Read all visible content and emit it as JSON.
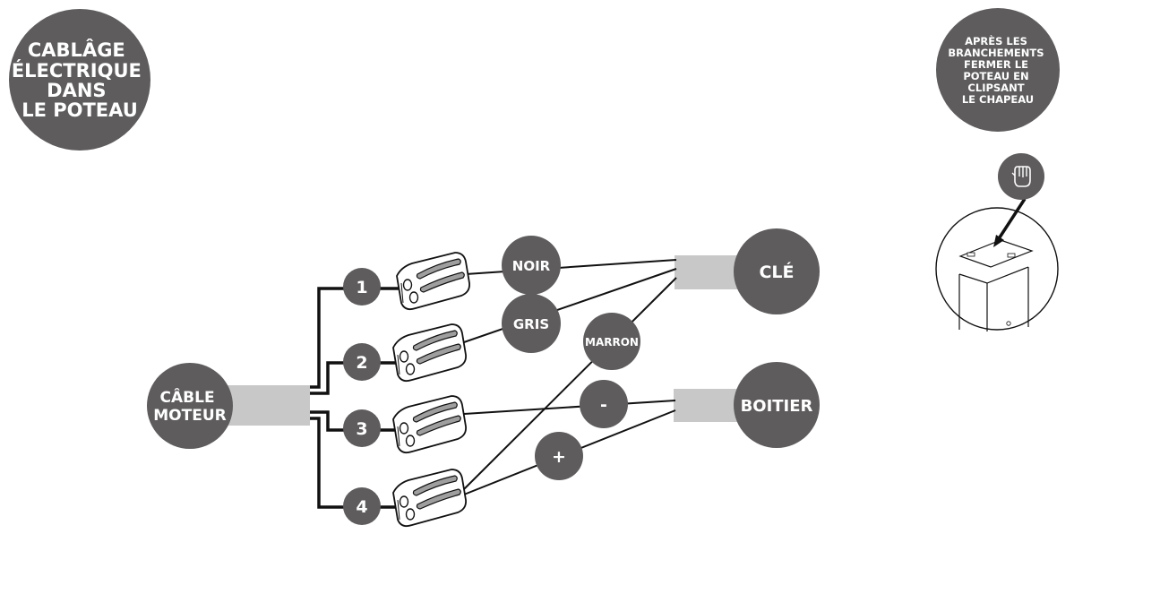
{
  "title_badge": {
    "lines": [
      "CABLÂGE",
      "ÉLECTRIQUE",
      "DANS",
      "LE POTEAU"
    ]
  },
  "note_badge": {
    "lines": [
      "APRÈS LES",
      "BRANCHEMENTS",
      "FERMER LE",
      "POTEAU EN",
      "CLIPSANT",
      "LE CHAPEAU"
    ]
  },
  "cable_moteur": {
    "lines": [
      "CÂBLE",
      "MOTEUR"
    ]
  },
  "terminals": [
    "1",
    "2",
    "3",
    "4"
  ],
  "wire_labels": {
    "noir": "NOIR",
    "gris": "GRIS",
    "marron": "MARRON",
    "minus": "-",
    "plus": "+"
  },
  "destinations": {
    "cle": "CLÉ",
    "boitier": "BOITIER"
  },
  "colors": {
    "badge": "#5e5c5c",
    "sheath": "#c8c8c8",
    "wire": "#111111",
    "text": "#ffffff"
  },
  "icons": {
    "hand": "hand-pointer-icon",
    "connector": "wago-connector-icon",
    "post": "post-cap-illustration"
  }
}
